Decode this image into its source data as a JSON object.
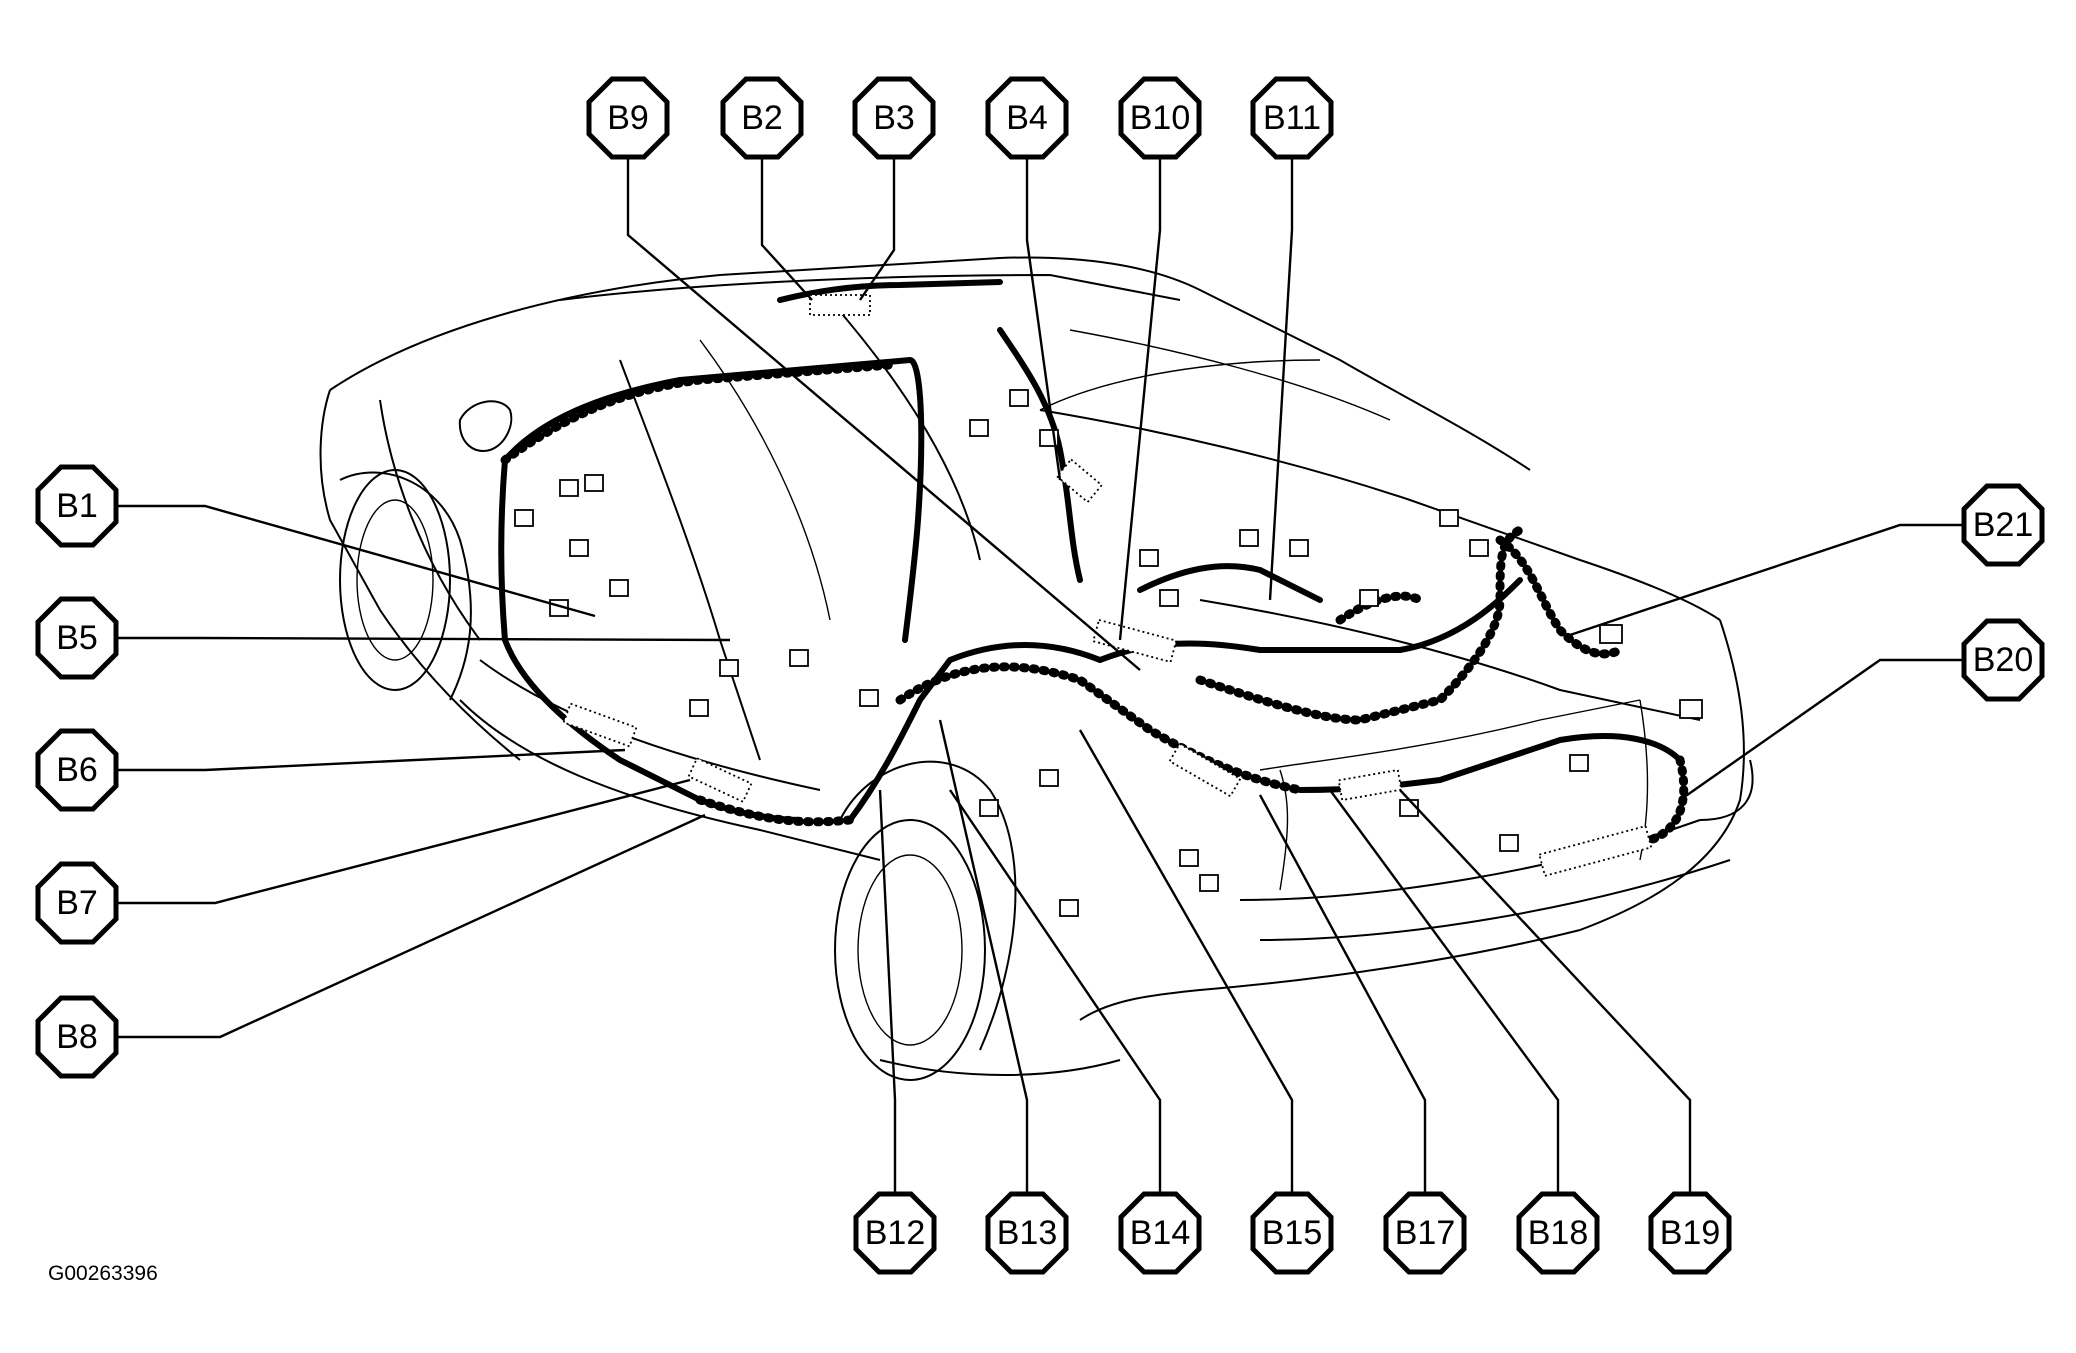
{
  "labels": {
    "b1": "B1",
    "b2": "B2",
    "b3": "B3",
    "b4": "B4",
    "b5": "B5",
    "b6": "B6",
    "b7": "B7",
    "b8": "B8",
    "b9": "B9",
    "b10": "B10",
    "b11": "B11",
    "b12": "B12",
    "b13": "B13",
    "b14": "B14",
    "b15": "B15",
    "b17": "B17",
    "b18": "B18",
    "b19": "B19",
    "b20": "B20",
    "b21": "B21"
  },
  "figure_code": "G00263396"
}
